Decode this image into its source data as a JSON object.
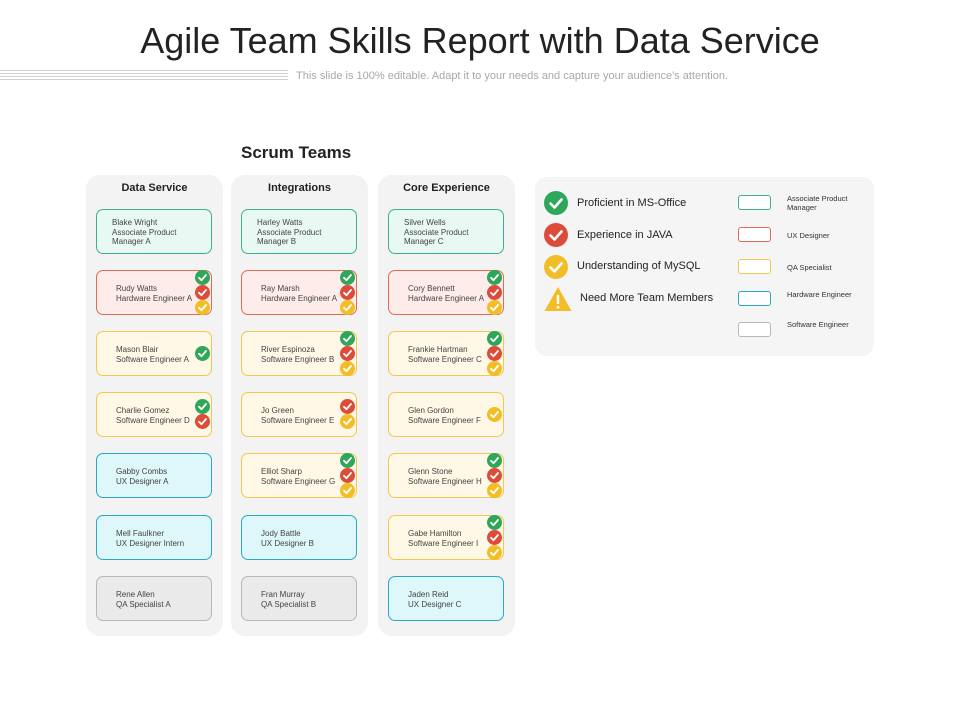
{
  "title": "Agile Team Skills Report with Data Service",
  "subtitle": "This slide is 100% editable. Adapt it to your needs and capture your audience's attention.",
  "section_title": "Scrum Teams",
  "colors": {
    "associate_product_manager": "#3fb08f",
    "hardware_engineer": "#e06b57",
    "software_engineer": "#f2c94c",
    "ux_designer": "#2aa9c2",
    "qa_specialist": "#b8b8b8",
    "ms_office": "#2ea75a",
    "java": "#dd4c3a",
    "mysql": "#f2be27"
  },
  "columns": [
    {
      "title": "Data Service",
      "members": [
        {
          "name": "Blake Wright",
          "role": "Associate Product Manager A",
          "skills": []
        },
        {
          "name": "Rudy Watts",
          "role": "Hardware Engineer A",
          "skills": [
            "ms_office",
            "java",
            "mysql"
          ]
        },
        {
          "name": "Mason Blair",
          "role": "Software Engineer A",
          "skills": [
            "ms_office"
          ]
        },
        {
          "name": "Charlie Gomez",
          "role": "Software Engineer D",
          "skills": [
            "ms_office",
            "java"
          ]
        },
        {
          "name": "Gabby Combs",
          "role": "UX Designer A",
          "skills": []
        },
        {
          "name": "Mell Faulkner",
          "role": "UX Designer Intern",
          "skills": []
        },
        {
          "name": "Rene Allen",
          "role": "QA Specialist A",
          "skills": []
        }
      ]
    },
    {
      "title": "Integrations",
      "members": [
        {
          "name": "Harley Watts",
          "role": "Associate Product Manager B",
          "skills": []
        },
        {
          "name": "Ray Marsh",
          "role": "Hardware Engineer A",
          "skills": [
            "ms_office",
            "java",
            "mysql"
          ]
        },
        {
          "name": "River Espinoza",
          "role": "Software Engineer B",
          "skills": [
            "ms_office",
            "java",
            "mysql"
          ]
        },
        {
          "name": "Jo Green",
          "role": "Software Engineer E",
          "skills": [
            "java",
            "mysql"
          ]
        },
        {
          "name": "Elliot Sharp",
          "role": "Software Engineer G",
          "skills": [
            "ms_office",
            "java",
            "mysql"
          ]
        },
        {
          "name": "Jody Battle",
          "role": "UX Designer B",
          "skills": []
        },
        {
          "name": "Fran Murray",
          "role": "QA Specialist B",
          "skills": []
        }
      ]
    },
    {
      "title": "Core Experience",
      "members": [
        {
          "name": "Silver Wells",
          "role": "Associate Product Manager C",
          "skills": []
        },
        {
          "name": "Cory Bennett",
          "role": "Hardware Engineer A",
          "skills": [
            "ms_office",
            "java",
            "mysql"
          ]
        },
        {
          "name": "Frankie Hartman",
          "role": "Software Engineer C",
          "skills": [
            "ms_office",
            "java",
            "mysql"
          ]
        },
        {
          "name": "Glen Gordon",
          "role": "Software Engineer F",
          "skills": [
            "mysql"
          ]
        },
        {
          "name": "Glenn Stone",
          "role": "Software Engineer H",
          "skills": [
            "ms_office",
            "java",
            "mysql"
          ]
        },
        {
          "name": "Gabe Hamilton",
          "role": "Software Engineer I",
          "skills": [
            "ms_office",
            "java",
            "mysql"
          ]
        },
        {
          "name": "Jaden Reid",
          "role": "UX Designer C",
          "skills": []
        }
      ]
    }
  ],
  "legend": {
    "skills": [
      {
        "icon": "green-check-icon",
        "label": "Proficient in MS-Office"
      },
      {
        "icon": "red-check-icon",
        "label": "Experience in JAVA"
      },
      {
        "icon": "yellow-check-icon",
        "label": "Understanding of MySQL"
      },
      {
        "icon": "warning-triangle-icon",
        "label": "Need More Team Members"
      }
    ],
    "roles": [
      {
        "label": "Associate Product Manager"
      },
      {
        "label": "UX Designer"
      },
      {
        "label": "QA Specialist"
      },
      {
        "label": "Hardware Engineer"
      },
      {
        "label": "Software Engineer"
      }
    ]
  }
}
